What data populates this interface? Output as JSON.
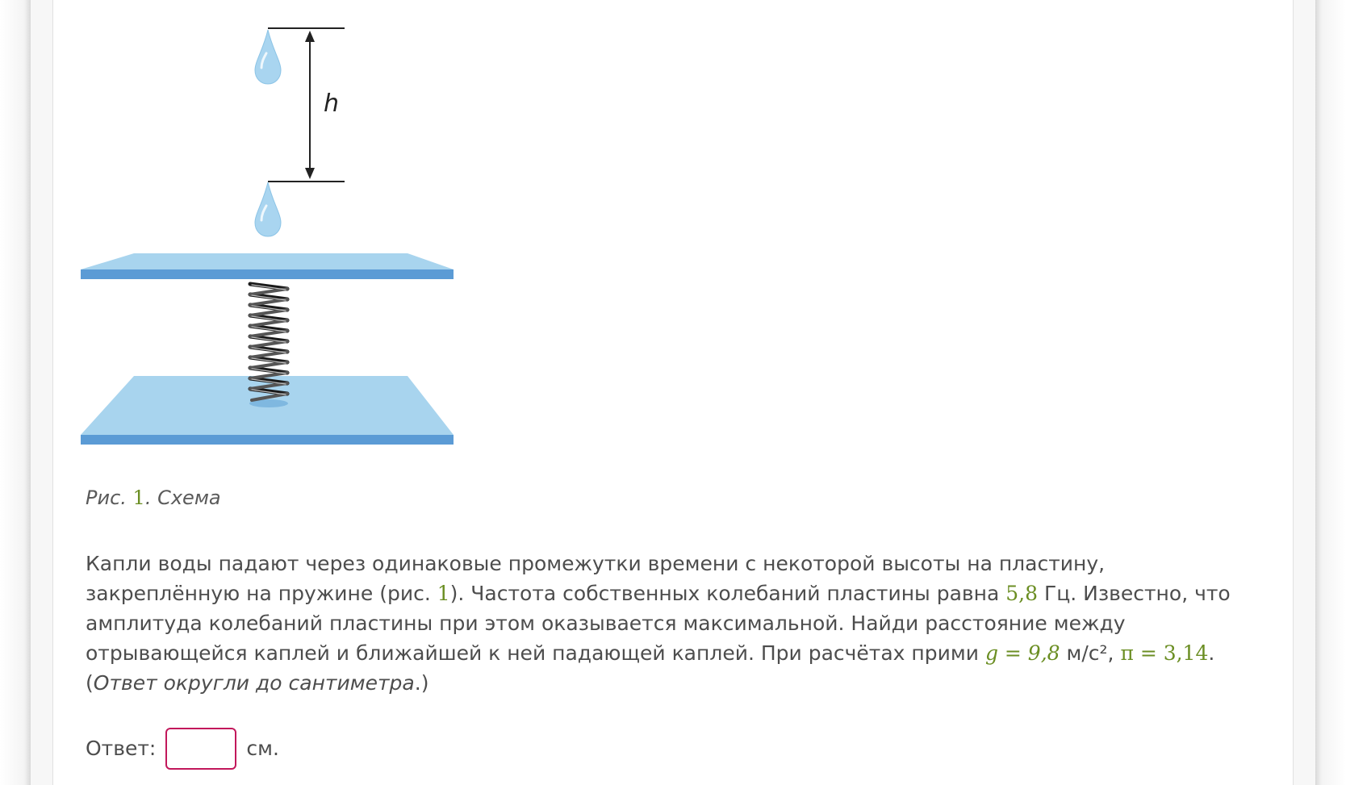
{
  "figure": {
    "height_label": "h",
    "caption_prefix": "Рис.",
    "caption_number": "1",
    "caption_text": ". Схема"
  },
  "problem": {
    "seg1": "Капли воды падают через одинаковые промежутки времени с некоторой высоты на пластину, закреплённую на пружине (рис. ",
    "fig_ref": "1",
    "seg2": "). Частота собственных колебаний пластины равна ",
    "freq": "5,8",
    "seg3": " Гц. Известно, что амплитуда колебаний пластины при этом оказывается максимальной. Найди расстояние между отрывающейся каплей и ближайшей к ней падающей каплей. При расчётах прими ",
    "g_expr": "g = 9,8",
    "seg4": " м/с², ",
    "pi_expr": "π = 3,14",
    "seg5": ".",
    "note_open": "(",
    "note_text": "Ответ округли до сантиметра",
    "note_close": ".)"
  },
  "answer": {
    "label": "Ответ:",
    "value": "",
    "placeholder": "",
    "unit": "см."
  },
  "colors": {
    "accent_number": "#6b8e23",
    "input_border": "#c2185b",
    "plate_top": "#a8d4ee",
    "plate_edge": "#5b9bd5",
    "drop": "#a9d5f0"
  }
}
